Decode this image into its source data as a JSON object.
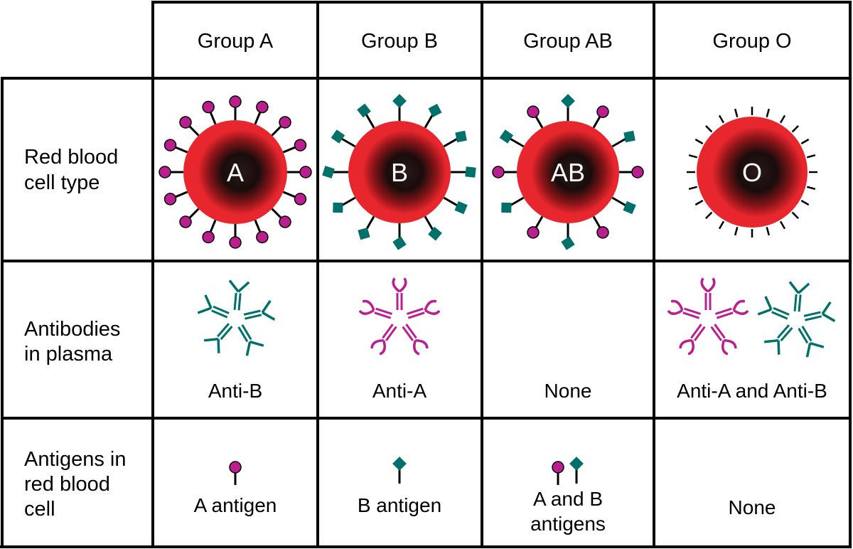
{
  "columns": [
    {
      "header": "Group A",
      "cell_label": "A",
      "antibodies": "Anti-B",
      "antigens_lines": [
        "A antigen"
      ]
    },
    {
      "header": "Group B",
      "cell_label": "B",
      "antibodies": "Anti-A",
      "antigens_lines": [
        "B antigen"
      ]
    },
    {
      "header": "Group AB",
      "cell_label": "AB",
      "antibodies": "None",
      "antigens_lines": [
        "A and B",
        "antigens"
      ]
    },
    {
      "header": "Group O",
      "cell_label": "O",
      "antibodies": "Anti-A and Anti-B",
      "antigens_lines": [
        "None"
      ]
    }
  ],
  "rows": [
    {
      "label_lines": [
        "Red blood",
        "cell type"
      ]
    },
    {
      "label_lines": [
        "Antibodies",
        "in plasma"
      ]
    },
    {
      "label_lines": [
        "Antigens in",
        "red blood",
        "cell"
      ]
    }
  ],
  "colors": {
    "a_antigen": "#bb1e8e",
    "b_antigen": "#00706b",
    "cell_red": "#e8262d",
    "cell_dark": "#1a0f0f",
    "grid": "#000000"
  }
}
